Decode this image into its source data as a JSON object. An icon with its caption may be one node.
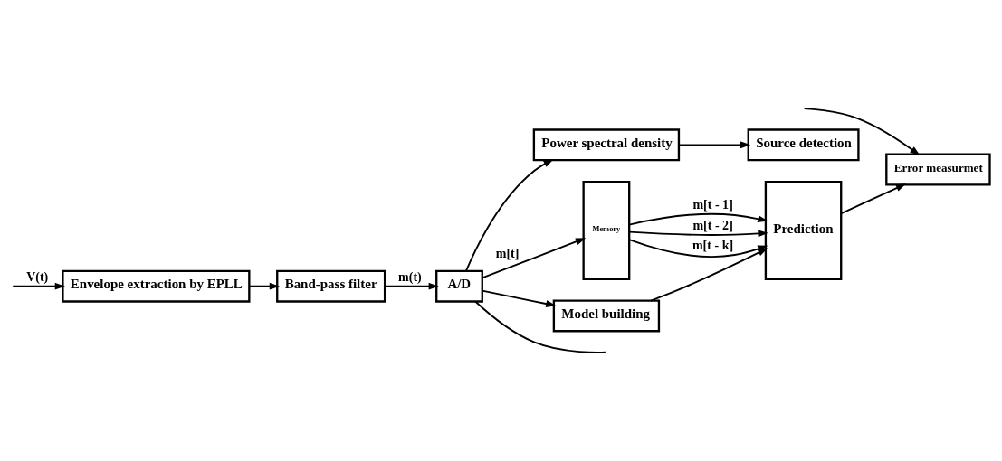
{
  "diagram": {
    "nodes": [
      {
        "text": [
          "Envelope extraction by EPLL"
        ]
      },
      {
        "text": [
          "Band-pass filter"
        ]
      },
      {
        "text": [
          "A/D"
        ]
      },
      {
        "text": [
          "Power spectral density"
        ]
      },
      {
        "text": [
          "Source detection"
        ]
      },
      {
        "text": [
          "Memory"
        ]
      },
      {
        "text": [
          "Prediction"
        ]
      },
      {
        "text": [
          "Error measurmet"
        ]
      },
      {
        "text": [
          "Model building"
        ]
      }
    ],
    "edges": [
      {
        "from": null,
        "to": 0,
        "arrow": "to",
        "label": "V(t)"
      },
      {
        "from": 0,
        "to": 1,
        "arrow": "to"
      },
      {
        "from": 1,
        "to": 2,
        "arrow": "to",
        "label": "m(t)"
      },
      {
        "from": 2,
        "to": 5,
        "arrow": "to",
        "label": "m[t]"
      },
      {
        "from": 2,
        "to": 3,
        "arrow": "to"
      },
      {
        "from": 2,
        "to": 8,
        "arrow": "to"
      },
      {
        "from": 2,
        "to": null,
        "arrow": "none"
      },
      {
        "from": 3,
        "to": 4,
        "arrow": "to"
      },
      {
        "from": 5,
        "to": 6,
        "arrow": "to",
        "label": "m[t - 1]"
      },
      {
        "from": 5,
        "to": 6,
        "arrow": "to",
        "label": "m[t - 2]"
      },
      {
        "from": 5,
        "to": 6,
        "arrow": "to",
        "label": "m[t - k]"
      },
      {
        "from": 8,
        "to": 6,
        "arrow": "to"
      },
      {
        "from": 6,
        "to": 7,
        "arrow": "to"
      },
      {
        "from": null,
        "to": 7,
        "arrow": "to"
      }
    ]
  }
}
